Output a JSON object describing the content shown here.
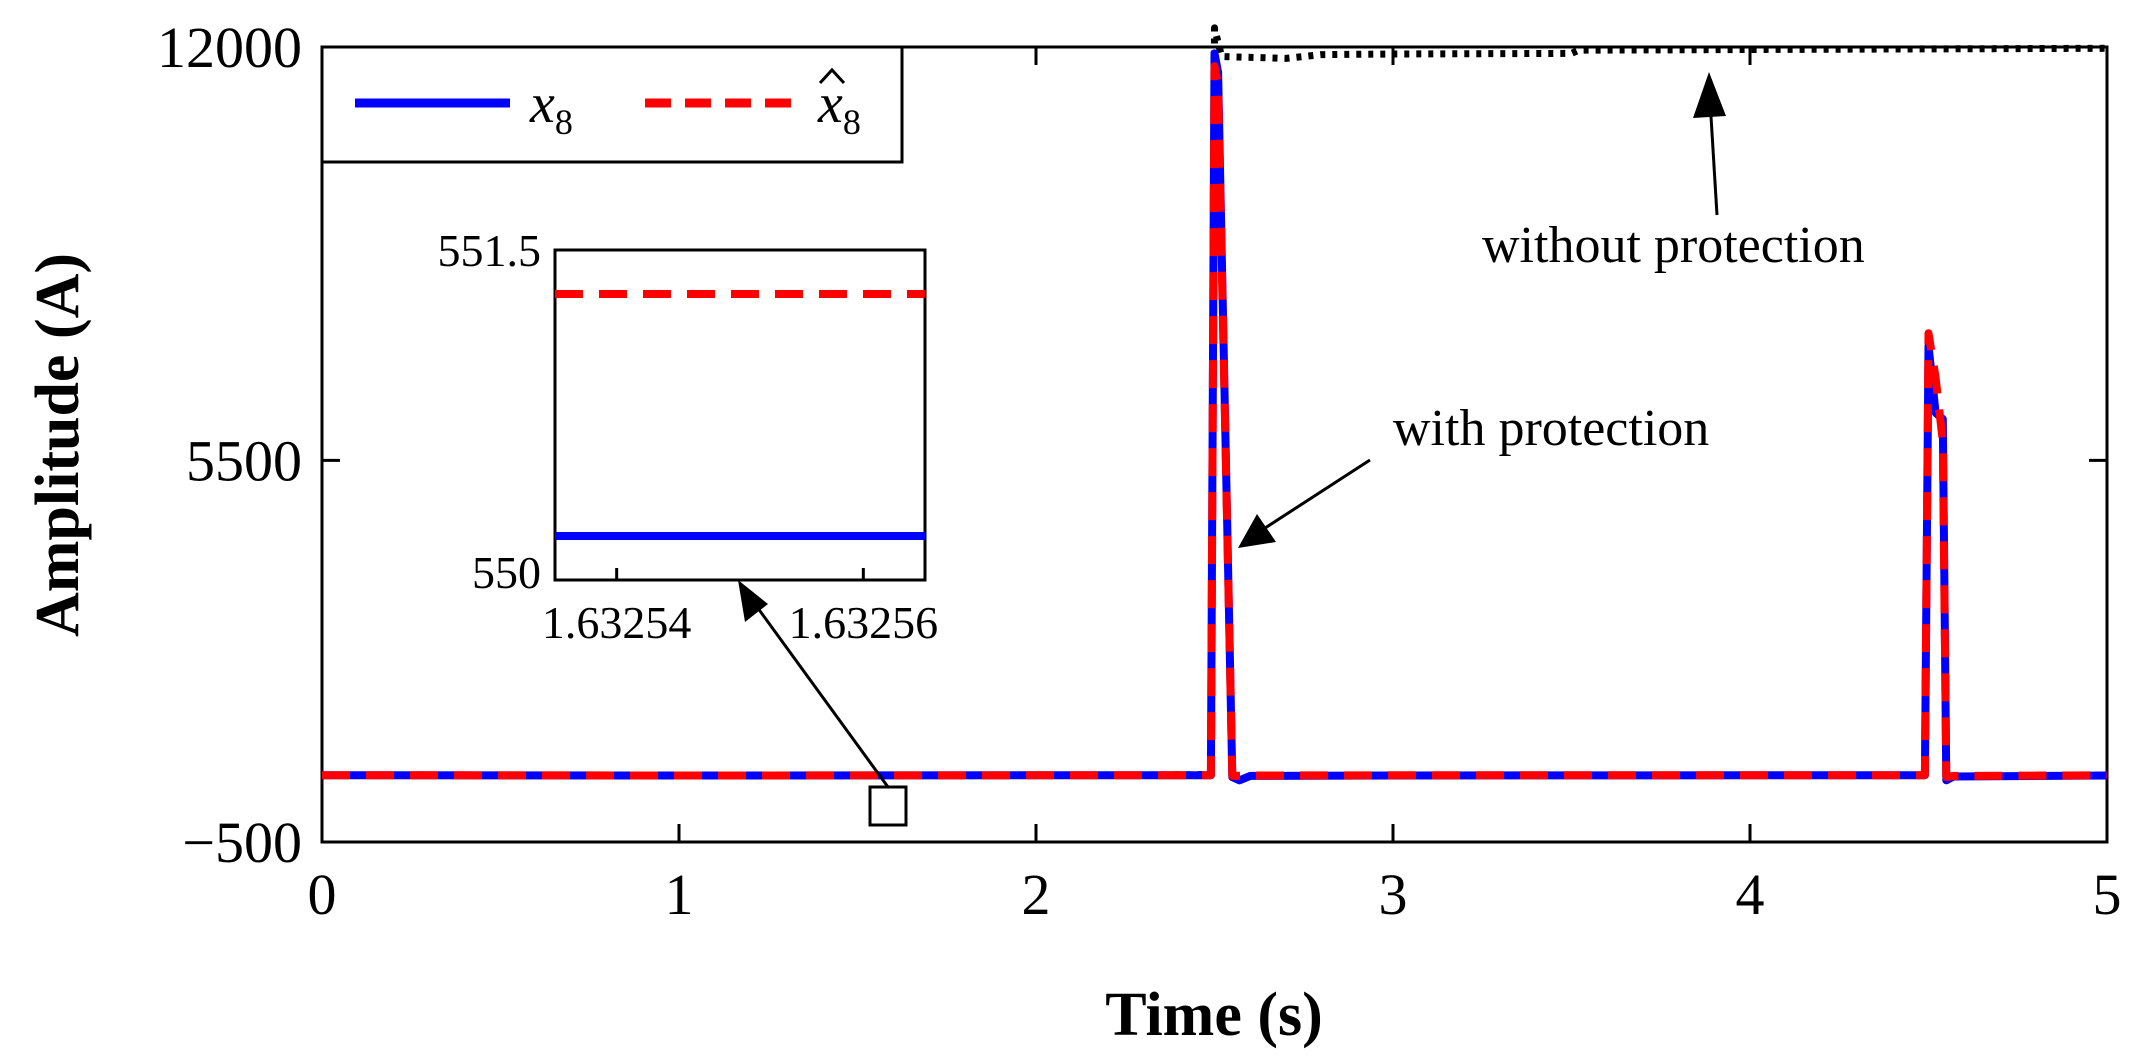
{
  "chart_data": {
    "type": "line",
    "xlabel": "Time (s)",
    "ylabel": "Amplitude (A)",
    "xlim": [
      0,
      5
    ],
    "ylim": [
      -500,
      12000
    ],
    "x_ticks": [
      "0",
      "1",
      "2",
      "3",
      "4",
      "5"
    ],
    "y_ticks": [
      "−500",
      "5500",
      "12000"
    ],
    "x_tick_values": [
      0,
      1,
      2,
      3,
      4,
      5
    ],
    "y_tick_values": [
      -500,
      5500,
      12000
    ],
    "grid": false,
    "legend_position": "top-left",
    "legend": [
      {
        "name": "x",
        "subscript": "8",
        "hat": false
      },
      {
        "name": "x",
        "subscript": "8",
        "hat": true
      }
    ],
    "series": [
      {
        "name": "without protection",
        "color": "#000000",
        "style": "dotted",
        "points": [
          [
            0,
            550
          ],
          [
            1.0,
            540
          ],
          [
            2.0,
            545
          ],
          [
            2.49,
            560
          ],
          [
            2.5,
            12300
          ],
          [
            2.52,
            11850
          ],
          [
            2.7,
            11820
          ],
          [
            2.8,
            11880
          ],
          [
            3.0,
            11890
          ],
          [
            3.5,
            11900
          ],
          [
            3.52,
            11950
          ],
          [
            4.0,
            11960
          ],
          [
            4.5,
            11970
          ],
          [
            5.0,
            11980
          ]
        ]
      },
      {
        "name": "x8",
        "color": "#0000ff",
        "style": "solid",
        "points": [
          [
            0,
            550
          ],
          [
            1.0,
            545
          ],
          [
            2.0,
            548
          ],
          [
            2.49,
            550
          ],
          [
            2.5,
            11900
          ],
          [
            2.51,
            11600
          ],
          [
            2.55,
            520
          ],
          [
            2.57,
            470
          ],
          [
            2.6,
            540
          ],
          [
            3.0,
            545
          ],
          [
            4.0,
            548
          ],
          [
            4.49,
            550
          ],
          [
            4.5,
            7300
          ],
          [
            4.52,
            6250
          ],
          [
            4.54,
            6150
          ],
          [
            4.55,
            470
          ],
          [
            4.57,
            530
          ],
          [
            5.0,
            545
          ]
        ]
      },
      {
        "name": "x8_hat",
        "color": "#ff0000",
        "style": "dashed",
        "points": [
          [
            0,
            551
          ],
          [
            1.0,
            546
          ],
          [
            2.0,
            549
          ],
          [
            2.49,
            551
          ],
          [
            2.5,
            11700
          ],
          [
            2.51,
            11400
          ],
          [
            2.55,
            540
          ],
          [
            2.6,
            545
          ],
          [
            3.0,
            548
          ],
          [
            4.0,
            549
          ],
          [
            4.49,
            551
          ],
          [
            4.5,
            7500
          ],
          [
            4.52,
            6800
          ],
          [
            4.54,
            5800
          ],
          [
            4.55,
            520
          ],
          [
            4.57,
            540
          ],
          [
            5.0,
            548
          ]
        ]
      }
    ],
    "annotations": [
      {
        "text": "without protection",
        "target": [
          3.88,
          11950
        ]
      },
      {
        "text": "with protection",
        "target": [
          2.51,
          4200
        ]
      }
    ],
    "inset": {
      "xlim": [
        1.632535,
        1.632565
      ],
      "ylim": [
        550,
        551.5
      ],
      "x_ticks": [
        "1.63254",
        "1.63256"
      ],
      "x_tick_values": [
        1.63254,
        1.63256
      ],
      "y_ticks": [
        "550",
        "551.5"
      ],
      "y_tick_values": [
        550,
        551.5
      ],
      "series": [
        {
          "name": "x8",
          "color": "#0000ff",
          "style": "solid",
          "value": 550.2
        },
        {
          "name": "x8_hat",
          "color": "#ff0000",
          "style": "dashed",
          "value": 551.3
        }
      ],
      "source_box": {
        "x": 1.6325,
        "y": 550
      }
    }
  }
}
